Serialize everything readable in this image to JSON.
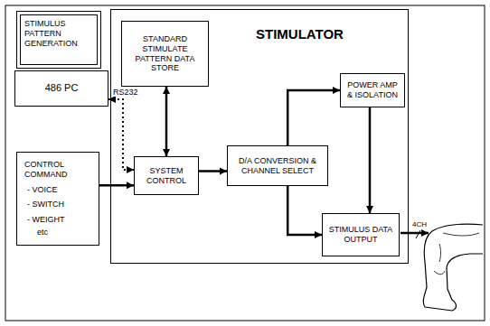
{
  "diagram": {
    "nodes": [
      {
        "text": [
          "STIMULUS PATTERN GENERATION"
        ]
      },
      {
        "text": [
          "486 PC"
        ]
      },
      {
        "text": [
          "STIMULATOR"
        ]
      },
      {
        "text": [
          "STANDARD STIMULATE PATTERN DATA STORE"
        ],
        "in": 2
      },
      {
        "text": [
          "SYSTEM CONTROL"
        ],
        "in": 2
      },
      {
        "text": [
          "D/A CONVERSION & CHANNEL SELECT"
        ],
        "in": 2
      },
      {
        "text": [
          "POWER AMP & ISOLATION"
        ],
        "in": 2
      },
      {
        "text": [
          "STIMULUS DATA OUTPUT"
        ],
        "in": 2
      },
      {
        "text": [
          "CONTROL COMMAND",
          "- VOICE",
          "- SWITCH",
          "- WEIGHT",
          "etc"
        ]
      }
    ],
    "edges": [
      {
        "from": 1,
        "to": 4,
        "arrow": "both",
        "label": "RS232"
      },
      {
        "from": 3,
        "to": 4,
        "arrow": "both"
      },
      {
        "from": 8,
        "to": 4,
        "arrow": "to"
      },
      {
        "from": 4,
        "to": 5,
        "arrow": "to"
      },
      {
        "from": 5,
        "to": 6,
        "arrow": "to"
      },
      {
        "from": 5,
        "to": 7,
        "arrow": "to"
      },
      {
        "from": 6,
        "to": 7,
        "arrow": "to"
      }
    ],
    "labels": [
      "4CH"
    ]
  }
}
